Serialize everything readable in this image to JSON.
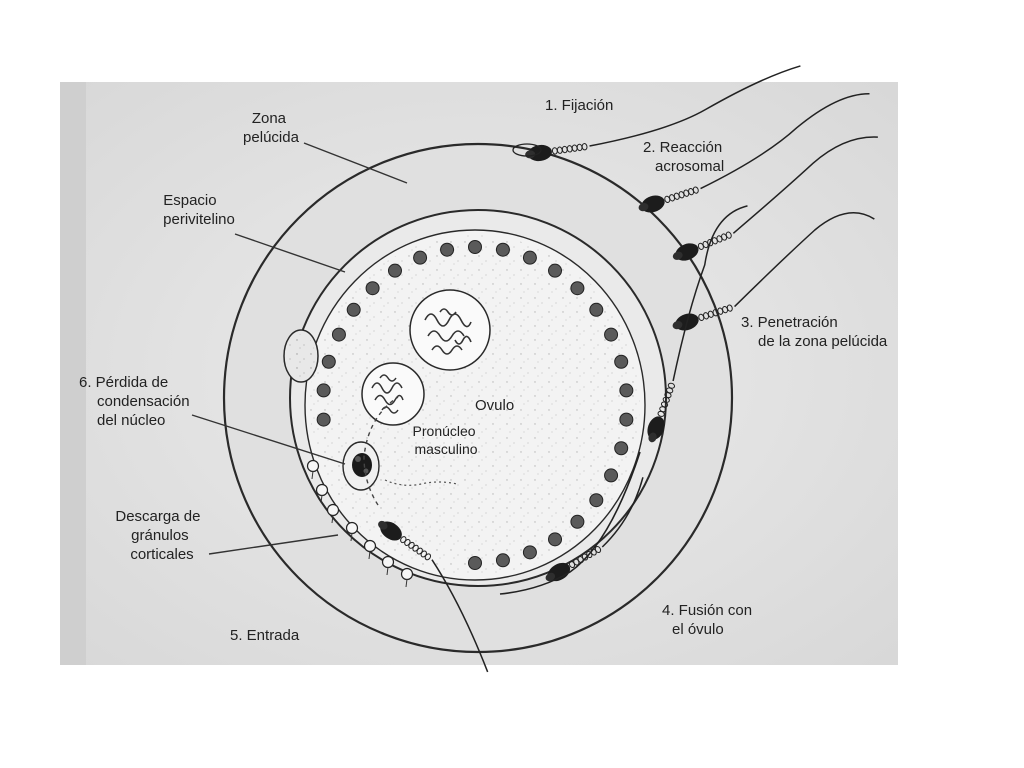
{
  "colors": {
    "page_background": "#ffffff",
    "scan_background": "#e4e4e4",
    "ink": "#222222",
    "ovum_fill": "#f2f2f2"
  },
  "labels": {
    "zona_pelucida": [
      "Zona",
      "pelúcida"
    ],
    "espacio_perivitelino": [
      "Espacio",
      "perivitelino"
    ],
    "perdida_condensacion": [
      "6. Pérdida de",
      "condensación",
      "del núcleo"
    ],
    "descarga_granulos": [
      "Descarga de",
      "gránulos",
      "corticales"
    ],
    "entrada": "5. Entrada",
    "fijacion": "1. Fijación",
    "reaccion_acrosomal": [
      "2. Reacción",
      "acrosomal"
    ],
    "penetracion": [
      "3. Penetración",
      "de la zona pelúcida"
    ],
    "fusion": [
      "4. Fusión con",
      "el óvulo"
    ],
    "ovulo": "Ovulo",
    "pronucleo_masculino": [
      "Pronúcleo",
      "masculino"
    ]
  },
  "icons": {
    "sperm": "sperm-icon",
    "cortical_granule": "cortical-granule-icon",
    "pronucleus": "pronucleus-icon",
    "polar_body": "polar-body-icon"
  }
}
